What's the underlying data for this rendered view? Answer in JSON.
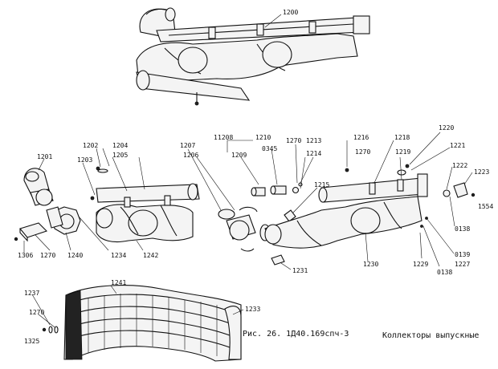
{
  "caption": {
    "figure": "Рис. 26. 1Д40.169спч-3",
    "title": "Коллекторы выпускные"
  },
  "labels": {
    "l1200": "1200",
    "l1202": "1202",
    "l1203": "1203",
    "l1201": "1201",
    "l1204": "1204",
    "l1205": "1205",
    "l1207": "1207",
    "l1206": "1206",
    "l1208": "1208",
    "l1209": "1209",
    "l1210": "1210",
    "l0345": "0345",
    "l1270a": "1270",
    "l1213": "1213",
    "l1214": "1214",
    "l1215": "1215",
    "l1216": "1216",
    "l1270b": "1270",
    "l1218": "1218",
    "l1219": "1219",
    "l1220": "1220",
    "l1221": "1221",
    "l1222": "1222",
    "l1223": "1223",
    "l1554": "1554",
    "l0138a": "0138",
    "l0139": "0139",
    "l1227": "1227",
    "l0138b": "0138",
    "l1229": "1229",
    "l1230": "1230",
    "l1231": "1231",
    "l1306": "1306",
    "l1270c": "1270",
    "l1240": "1240",
    "l1234": "1234",
    "l1242": "1242",
    "l1241": "1241",
    "l1233": "1233",
    "l1237": "1237",
    "l1270d": "1270",
    "l1325": "1325"
  }
}
